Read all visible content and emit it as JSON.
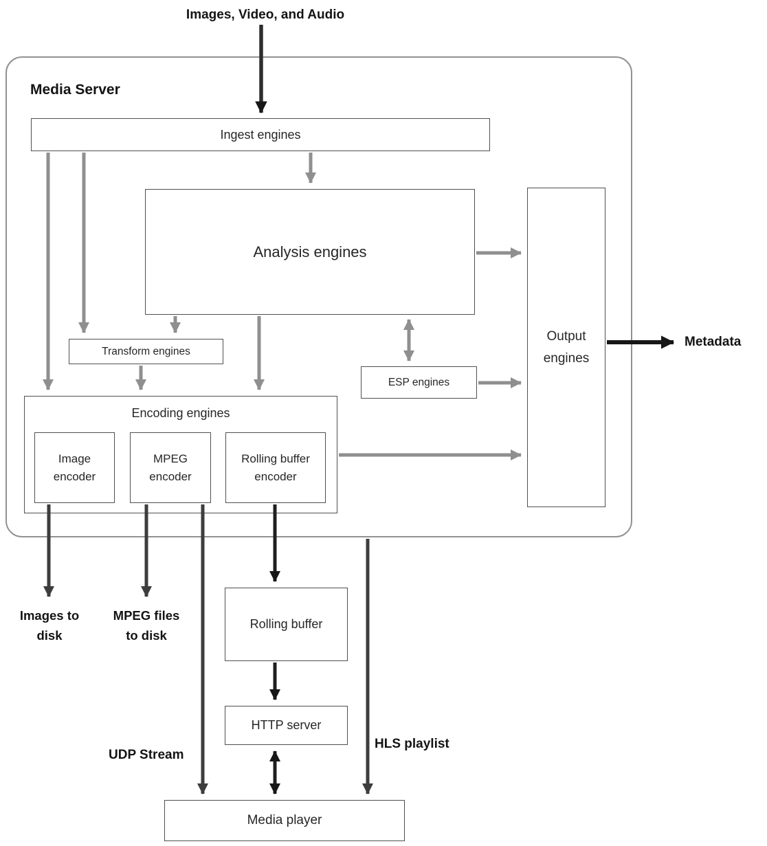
{
  "server_title": "Media Server",
  "external_labels": {
    "input": "Images, Video, and Audio",
    "metadata": "Metadata",
    "images_to_disk": "Images to disk",
    "mpeg_files_to_disk": "MPEG files to disk",
    "udp_stream": "UDP Stream",
    "hls_playlist": "HLS playlist"
  },
  "nodes": {
    "ingest": "Ingest engines",
    "analysis": "Analysis engines",
    "transform": "Transform engines",
    "esp": "ESP engines",
    "output": "Output engines",
    "encoding": "Encoding engines",
    "image_encoder": "Image encoder",
    "mpeg_encoder": "MPEG encoder",
    "rolling_buffer_encoder": "Rolling buffer encoder",
    "rolling_buffer": "Rolling buffer",
    "http_server": "HTTP server",
    "media_player": "Media player"
  },
  "colors": {
    "arrow_internal_gray": "#8f8f8f",
    "arrow_external_dark": "#3d3d3d",
    "arrow_black": "#171717",
    "box_border": "#4f4f4f",
    "server_border": "#919191",
    "text": "#1c1c1c"
  }
}
